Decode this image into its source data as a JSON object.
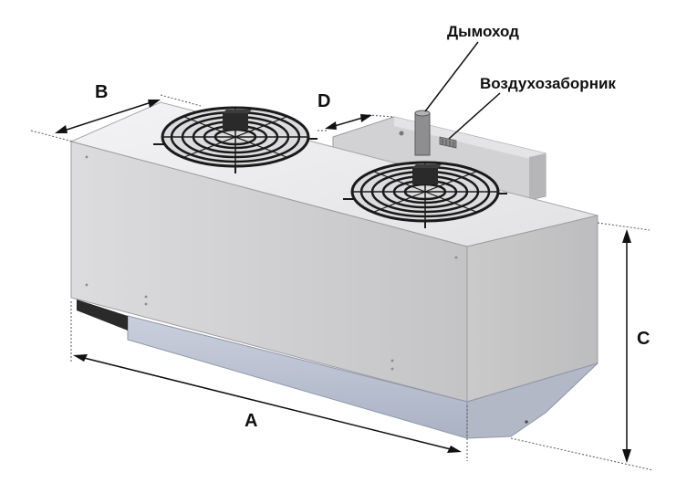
{
  "labels": {
    "chimney": "Дымоход",
    "air_intake": "Воздухозаборник",
    "dim_a": "A",
    "dim_b": "B",
    "dim_c": "C",
    "dim_d": "D"
  },
  "colors": {
    "body_front": "#cfcfd1",
    "body_side": "#c2c2c4",
    "top": "#ececee",
    "tray": "#b9c0d0",
    "fan_grille": "#1a1a1a",
    "dimension_line": "#111111"
  },
  "icons": {
    "fan": "fan-icon",
    "chimney": "chimney-pipe",
    "air_intake": "air-intake-grille"
  }
}
